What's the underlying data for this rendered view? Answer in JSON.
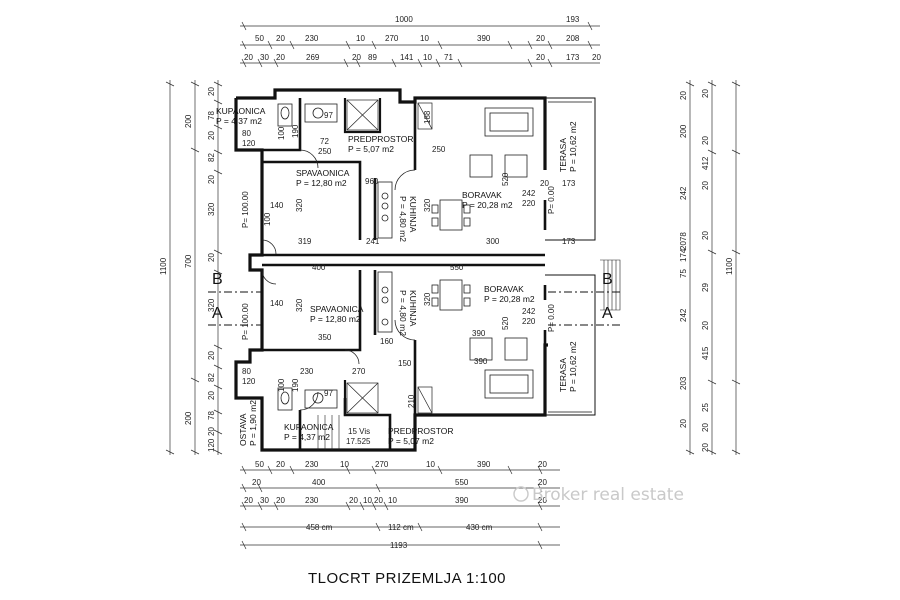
{
  "title": "TLOCRT PRIZEMLJA 1:100",
  "watermark": "Broker real estate",
  "sections": {
    "left_b": "B",
    "left_a": "A",
    "right_b": "B",
    "right_a": "A"
  },
  "rooms": {
    "kupaonica_top": "KUPAONICA",
    "kupaonica_top_area": "P = 4,37 m2",
    "predprostor_top": "PREDPROSTOR",
    "predprostor_top_area": "P = 5,07 m2",
    "spavaonica_top": "SPAVAONICA",
    "spavaonica_top_area": "P = 12,80 m2",
    "boravak_top": "BORAVAK",
    "boravak_top_area": "P = 20,28 m2",
    "kuhinja_top": "KUHINJA",
    "kuhinja_top_area": "P = 4,80 m2",
    "terasa_top": "TERASA",
    "terasa_top_area": "P = 10,62 m2",
    "spavaonica_bot": "SPAVAONICA",
    "spavaonica_bot_area": "P = 12,80 m2",
    "boravak_bot": "BORAVAK",
    "boravak_bot_area": "P = 20,28 m2",
    "kuhinja_bot": "KUHINJA",
    "kuhinja_bot_area": "P = 4,80 m2",
    "terasa_bot": "TERASA",
    "terasa_bot_area": "P = 10,62 m2",
    "kupaonica_bot": "KUPAONICA",
    "kupaonica_bot_area": "P = 4,37 m2",
    "predprostor_bot": "PREDPROSTOR",
    "predprostor_bot_area": "P = 5,07 m2",
    "ostava": "OSTAVA",
    "ostava_area": "P = 1,90 m2"
  },
  "dims": {
    "top": {
      "r1": [
        "1000",
        "193"
      ],
      "r2": [
        "50",
        "20",
        "230",
        "10",
        "270",
        "10",
        "390",
        "20",
        "208"
      ],
      "r3": [
        "20",
        "30",
        "20",
        "269",
        "20",
        "89",
        "141",
        "10",
        "71",
        "20",
        "173",
        "20"
      ]
    },
    "bottom": {
      "r1": [
        "50",
        "20",
        "230",
        "10",
        "270",
        "10",
        "390",
        "20"
      ],
      "r2": [
        "20",
        "400",
        "550",
        "20"
      ],
      "r3": [
        "20",
        "30",
        "20",
        "230",
        "20",
        "10",
        "20",
        "10",
        "390",
        "20"
      ],
      "r4": [
        "458 cm",
        "112 cm",
        "430 cm"
      ],
      "r5": [
        "1193"
      ]
    },
    "left": {
      "outer": "1100",
      "mid": [
        "200",
        "700",
        "200"
      ],
      "inner": [
        "20",
        "78",
        "20",
        "82",
        "20",
        "320",
        "20",
        "320",
        "20",
        "82",
        "20",
        "78",
        "20",
        "120"
      ]
    },
    "right": {
      "outer": "1100",
      "mid": [
        "20",
        "200",
        "412",
        "242",
        "2078",
        "174",
        "75",
        "242",
        "415",
        "203",
        "20"
      ],
      "inner": [
        "20",
        "20",
        "20",
        "20",
        "29",
        "20",
        "25",
        "20",
        "20"
      ]
    },
    "inner": {
      "d_960": "960",
      "d_319": "319",
      "d_241": "241",
      "d_300_top": "300",
      "d_400": "400",
      "d_550": "550",
      "d_173a": "173",
      "d_173b": "173",
      "d_20a": "20",
      "d_350": "350",
      "d_160": "160",
      "d_150": "150",
      "d_270": "270",
      "d_230": "230",
      "d_210": "210",
      "d_390a": "390",
      "d_390b": "390",
      "d_520a": "520",
      "d_520b": "520",
      "d_242a": "242",
      "d_220a": "220",
      "d_242b": "242",
      "d_220b": "220",
      "d_190a": "190",
      "d_190b": "190",
      "d_97a": "97",
      "d_97b": "97",
      "d_72": "72",
      "d_250a": "250",
      "d_250b": "250",
      "d_80a": "80",
      "d_120a": "120",
      "d_80b": "80",
      "d_120b": "120",
      "d_100a": "100",
      "d_100b": "100",
      "d_140a": "140",
      "d_140b": "140",
      "d_320a": "320",
      "d_320b": "320",
      "d_320c": "320",
      "d_320d": "320",
      "d_100c": "100",
      "d_188": "188",
      "d_vis": "15 Vis",
      "d_step": "17.525",
      "d_pz1": "P= 100.00",
      "d_pz2": "P= 100.00",
      "d_pz3": "P= 0.00",
      "d_pz4": "P= 0.00"
    }
  }
}
